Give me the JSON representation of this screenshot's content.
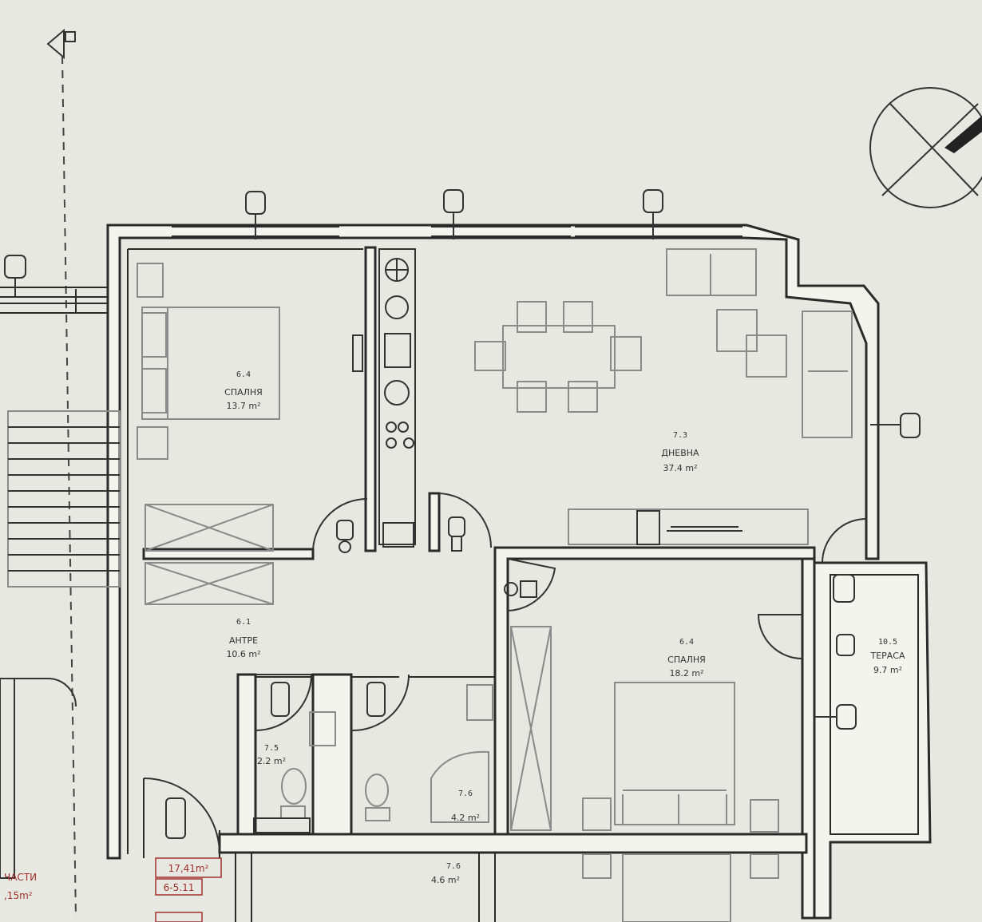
{
  "rooms": [
    {
      "code": "6.4",
      "name": "СПАЛНЯ",
      "area": "13.7 m²"
    },
    {
      "code": "7.3",
      "name": "ДНЕВНА",
      "area": "37.4 m²"
    },
    {
      "code": "6.1",
      "name": "АНТРЕ",
      "area": "10.6 m²"
    },
    {
      "code": "6.4",
      "name": "СПАЛНЯ",
      "area": "18.2 m²"
    },
    {
      "code": "10.5",
      "name": "ТЕРАСА",
      "area": "9.7 m²"
    },
    {
      "code": "7.5",
      "name": "",
      "area": "2.2 m²"
    },
    {
      "code": "7.6",
      "name": "",
      "area": "4.2 m²"
    },
    {
      "code": "7.6",
      "name": "",
      "area": "4.6 m²"
    }
  ],
  "common": {
    "line1": "ЧАСТИ",
    "line2": ",15m²",
    "badge1": "17,41m²",
    "badge2": "6-5.11"
  },
  "colors": {
    "wall": "#2a2a2a",
    "furniture": "#8a8a8a",
    "paper": "#e6e8e1",
    "annotation": "#a0302a"
  }
}
